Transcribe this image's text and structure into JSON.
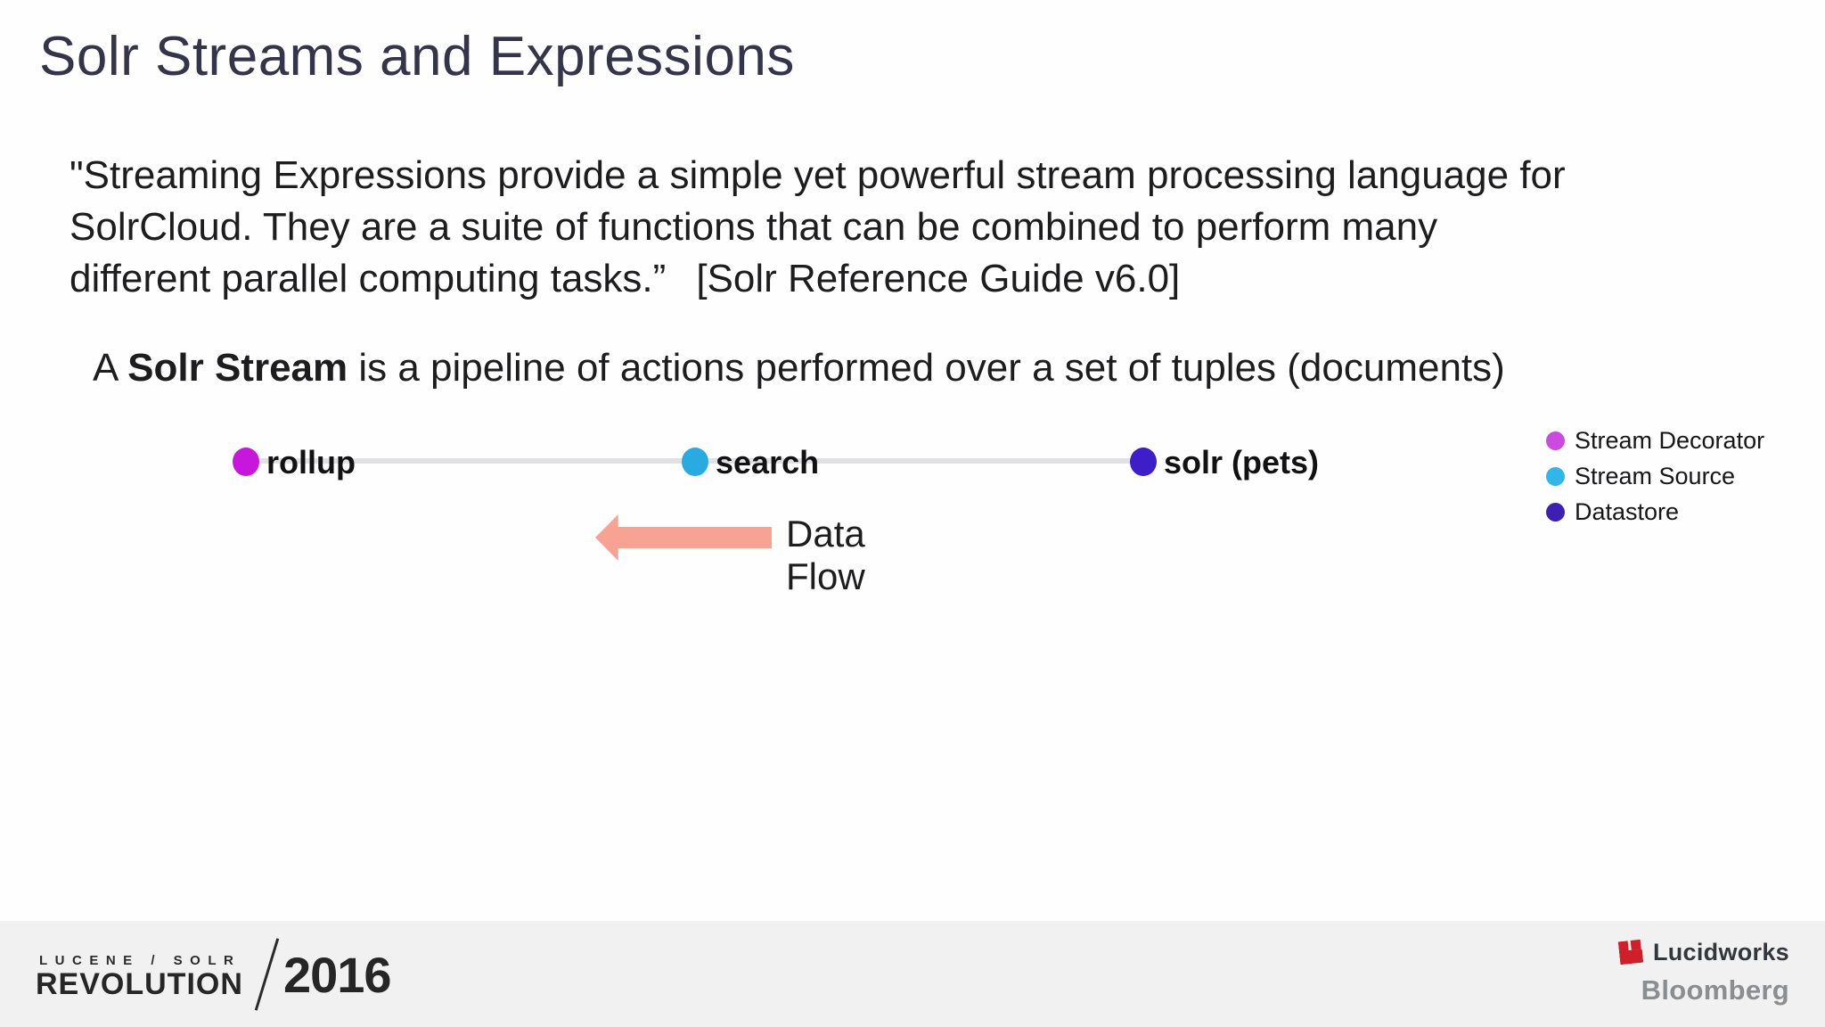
{
  "slide": {
    "title": "Solr Streams and Expressions",
    "quote": {
      "line1": "\"Streaming Expressions provide a simple yet powerful stream processing language for",
      "line2": "SolrCloud. They are a suite of functions that can be combined to perform many",
      "line3": "different parallel computing tasks.”",
      "citation": "[Solr Reference Guide v6.0]"
    },
    "statement": {
      "prefix": "A ",
      "bold": "Solr Stream",
      "suffix": " is a pipeline of actions performed over a set of tuples (documents)"
    }
  },
  "diagram": {
    "connector_color": "#e1e1e5",
    "nodes": [
      {
        "label": "rollup",
        "type": "stream-decorator",
        "color": "#c717dd"
      },
      {
        "label": "search",
        "type": "stream-source",
        "color": "#29abe2"
      },
      {
        "label": "solr (pets)",
        "type": "datastore",
        "color": "#3e1ec8"
      }
    ],
    "data_flow": {
      "label": "Data Flow",
      "arrow_color": "#f8a294",
      "direction": "left"
    }
  },
  "legend": {
    "items": [
      {
        "label": "Stream Decorator",
        "color": "#cb4ae0"
      },
      {
        "label": "Stream Source",
        "color": "#2fb7ea"
      },
      {
        "label": "Datastore",
        "color": "#3c20b4"
      }
    ]
  },
  "footer": {
    "conference": {
      "top_line": "LUCENE / SOLR",
      "name": "REVOLUTION",
      "year": "2016"
    },
    "sponsors": {
      "lucidworks": "Lucidworks",
      "lucidworks_red": "#ce202a",
      "bloomberg": "Bloomberg"
    }
  }
}
